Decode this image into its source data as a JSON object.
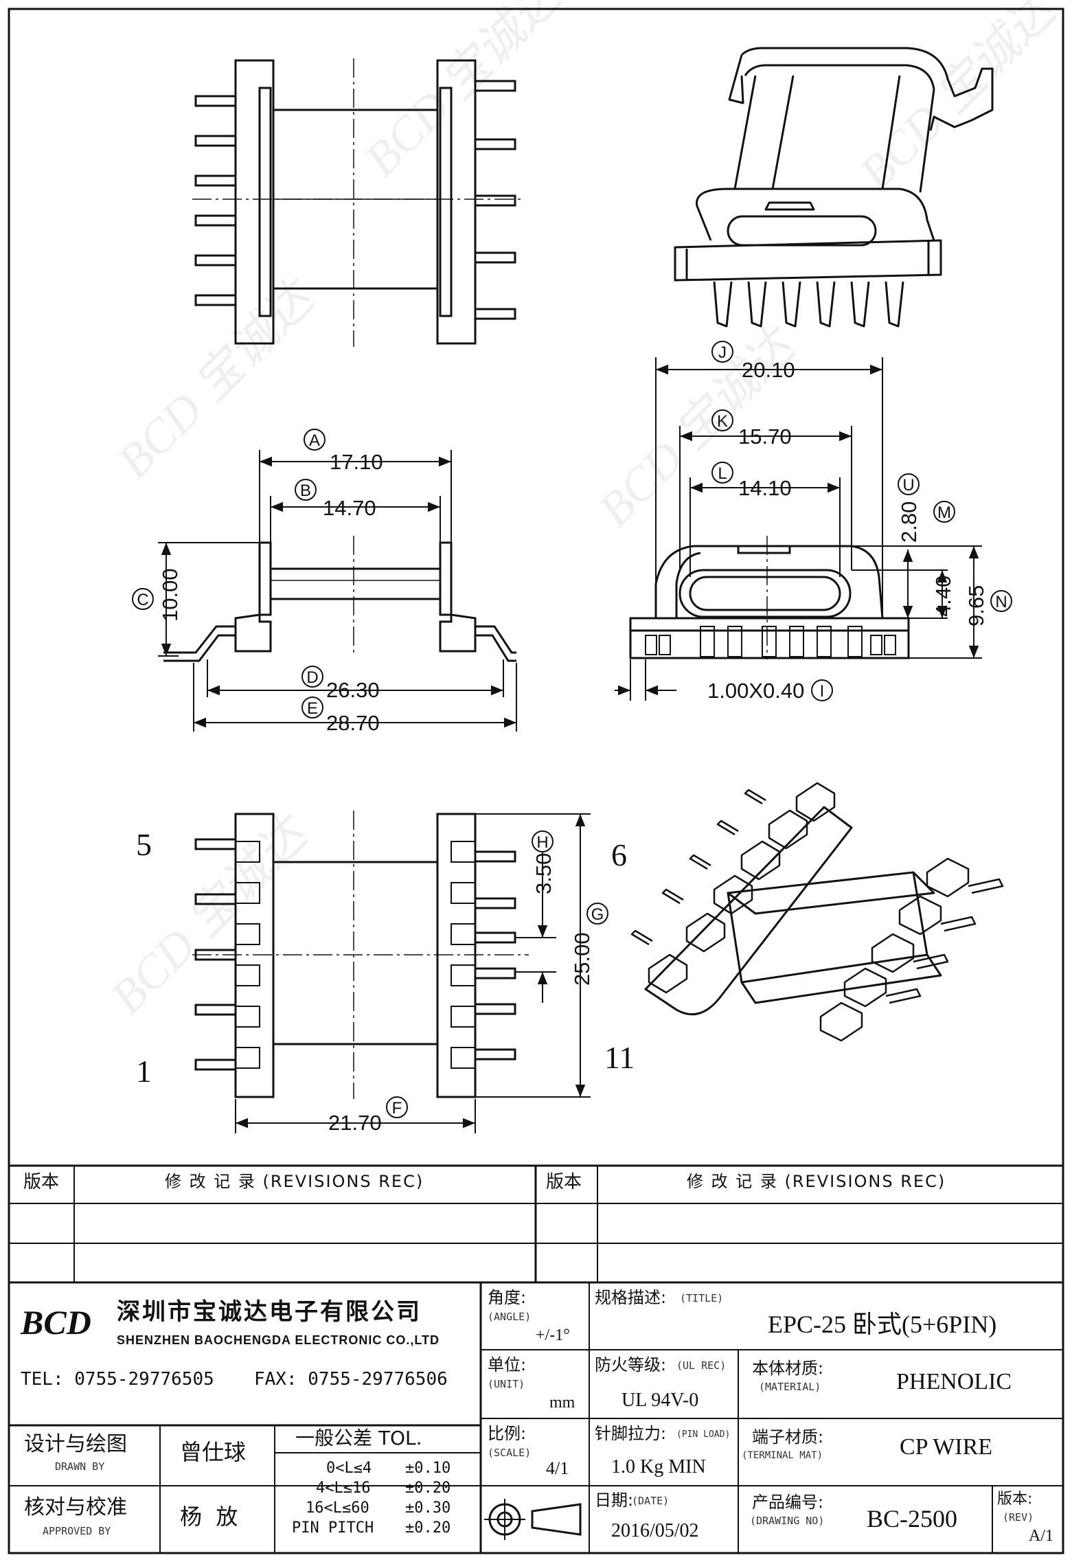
{
  "drawing": {
    "dims": {
      "A": {
        "label": "A",
        "value": "17.10"
      },
      "B": {
        "label": "B",
        "value": "14.70"
      },
      "C": {
        "label": "C",
        "value": "10.00"
      },
      "D": {
        "label": "D",
        "value": "26.30"
      },
      "E": {
        "label": "E",
        "value": "28.70"
      },
      "F": {
        "label": "F",
        "value": "21.70"
      },
      "G": {
        "label": "G",
        "value": "25.00"
      },
      "H": {
        "label": "H",
        "value": "3.50"
      },
      "I": {
        "label": "I",
        "value": "1.00X0.40"
      },
      "J": {
        "label": "J",
        "value": "20.10"
      },
      "K": {
        "label": "K",
        "value": "15.70"
      },
      "L": {
        "label": "L",
        "value": "14.10"
      },
      "M": {
        "label": "M",
        "value": "4.40"
      },
      "N": {
        "label": "N",
        "value": "9.65"
      },
      "U": {
        "label": "U",
        "value": "2.80"
      }
    },
    "pins": {
      "p5": "5",
      "p1": "1",
      "p6": "6",
      "p11": "11"
    },
    "watermark": "BCD 宝诚达"
  },
  "revisions": {
    "ver_label": "版本",
    "header": "修 改 记 录  (REVISIONS REC)"
  },
  "company": {
    "logo": "BCD",
    "name_cn": "深圳市宝诚达电子有限公司",
    "name_en": "SHENZHEN BAOCHENGDA ELECTRONIC CO.,LTD",
    "tel": "TEL: 0755-29776505",
    "fax": "FAX: 0755-29776506"
  },
  "title_block": {
    "angle_label": "角度:",
    "angle_en": "(ANGLE)",
    "angle_value": "+/-1°",
    "title_label": "规格描述:",
    "title_en": "(TITLE)",
    "title_value": "EPC-25 卧式(5+6PIN)",
    "unit_label": "单位:",
    "unit_en": "(UNIT)",
    "unit_value": "mm",
    "ul_label": "防火等级:",
    "ul_en": "(UL REC)",
    "ul_value": "UL 94V-0",
    "material_label": "本体材质:",
    "material_en": "(MATERIAL)",
    "material_value": "PHENOLIC",
    "scale_label": "比例:",
    "scale_en": "(SCALE)",
    "scale_value": "4/1",
    "pinload_label": "针脚拉力:",
    "pinload_en": "(PIN LOAD)",
    "pinload_value": "1.0 Kg MIN",
    "terminal_label": "端子材质:",
    "terminal_en": "(TERMINAL MAT)",
    "terminal_value": "CP WIRE",
    "date_label": "日期:",
    "date_en": "(DATE)",
    "date_value": "2016/05/02",
    "drawno_label": "产品编号:",
    "drawno_en": "(DRAWING NO)",
    "drawno_value": "BC-2500",
    "rev_label": "版本:",
    "rev_en": "(REV)",
    "rev_value": "A/1",
    "drawn_label": "设计与绘图",
    "drawn_en": "DRAWN BY",
    "drawn_value": "曾仕球",
    "approved_label": "核对与校准",
    "approved_en": "APPROVED BY",
    "approved_value": "杨  放",
    "tol_title": "一般公差 TOL.",
    "tol_rows": [
      {
        "range": "0<L≤4",
        "value": "±0.10"
      },
      {
        "range": "4<L≤16",
        "value": "±0.20"
      },
      {
        "range": "16<L≤60",
        "value": "±0.30"
      },
      {
        "range": "PIN PITCH",
        "value": "±0.20"
      }
    ]
  }
}
